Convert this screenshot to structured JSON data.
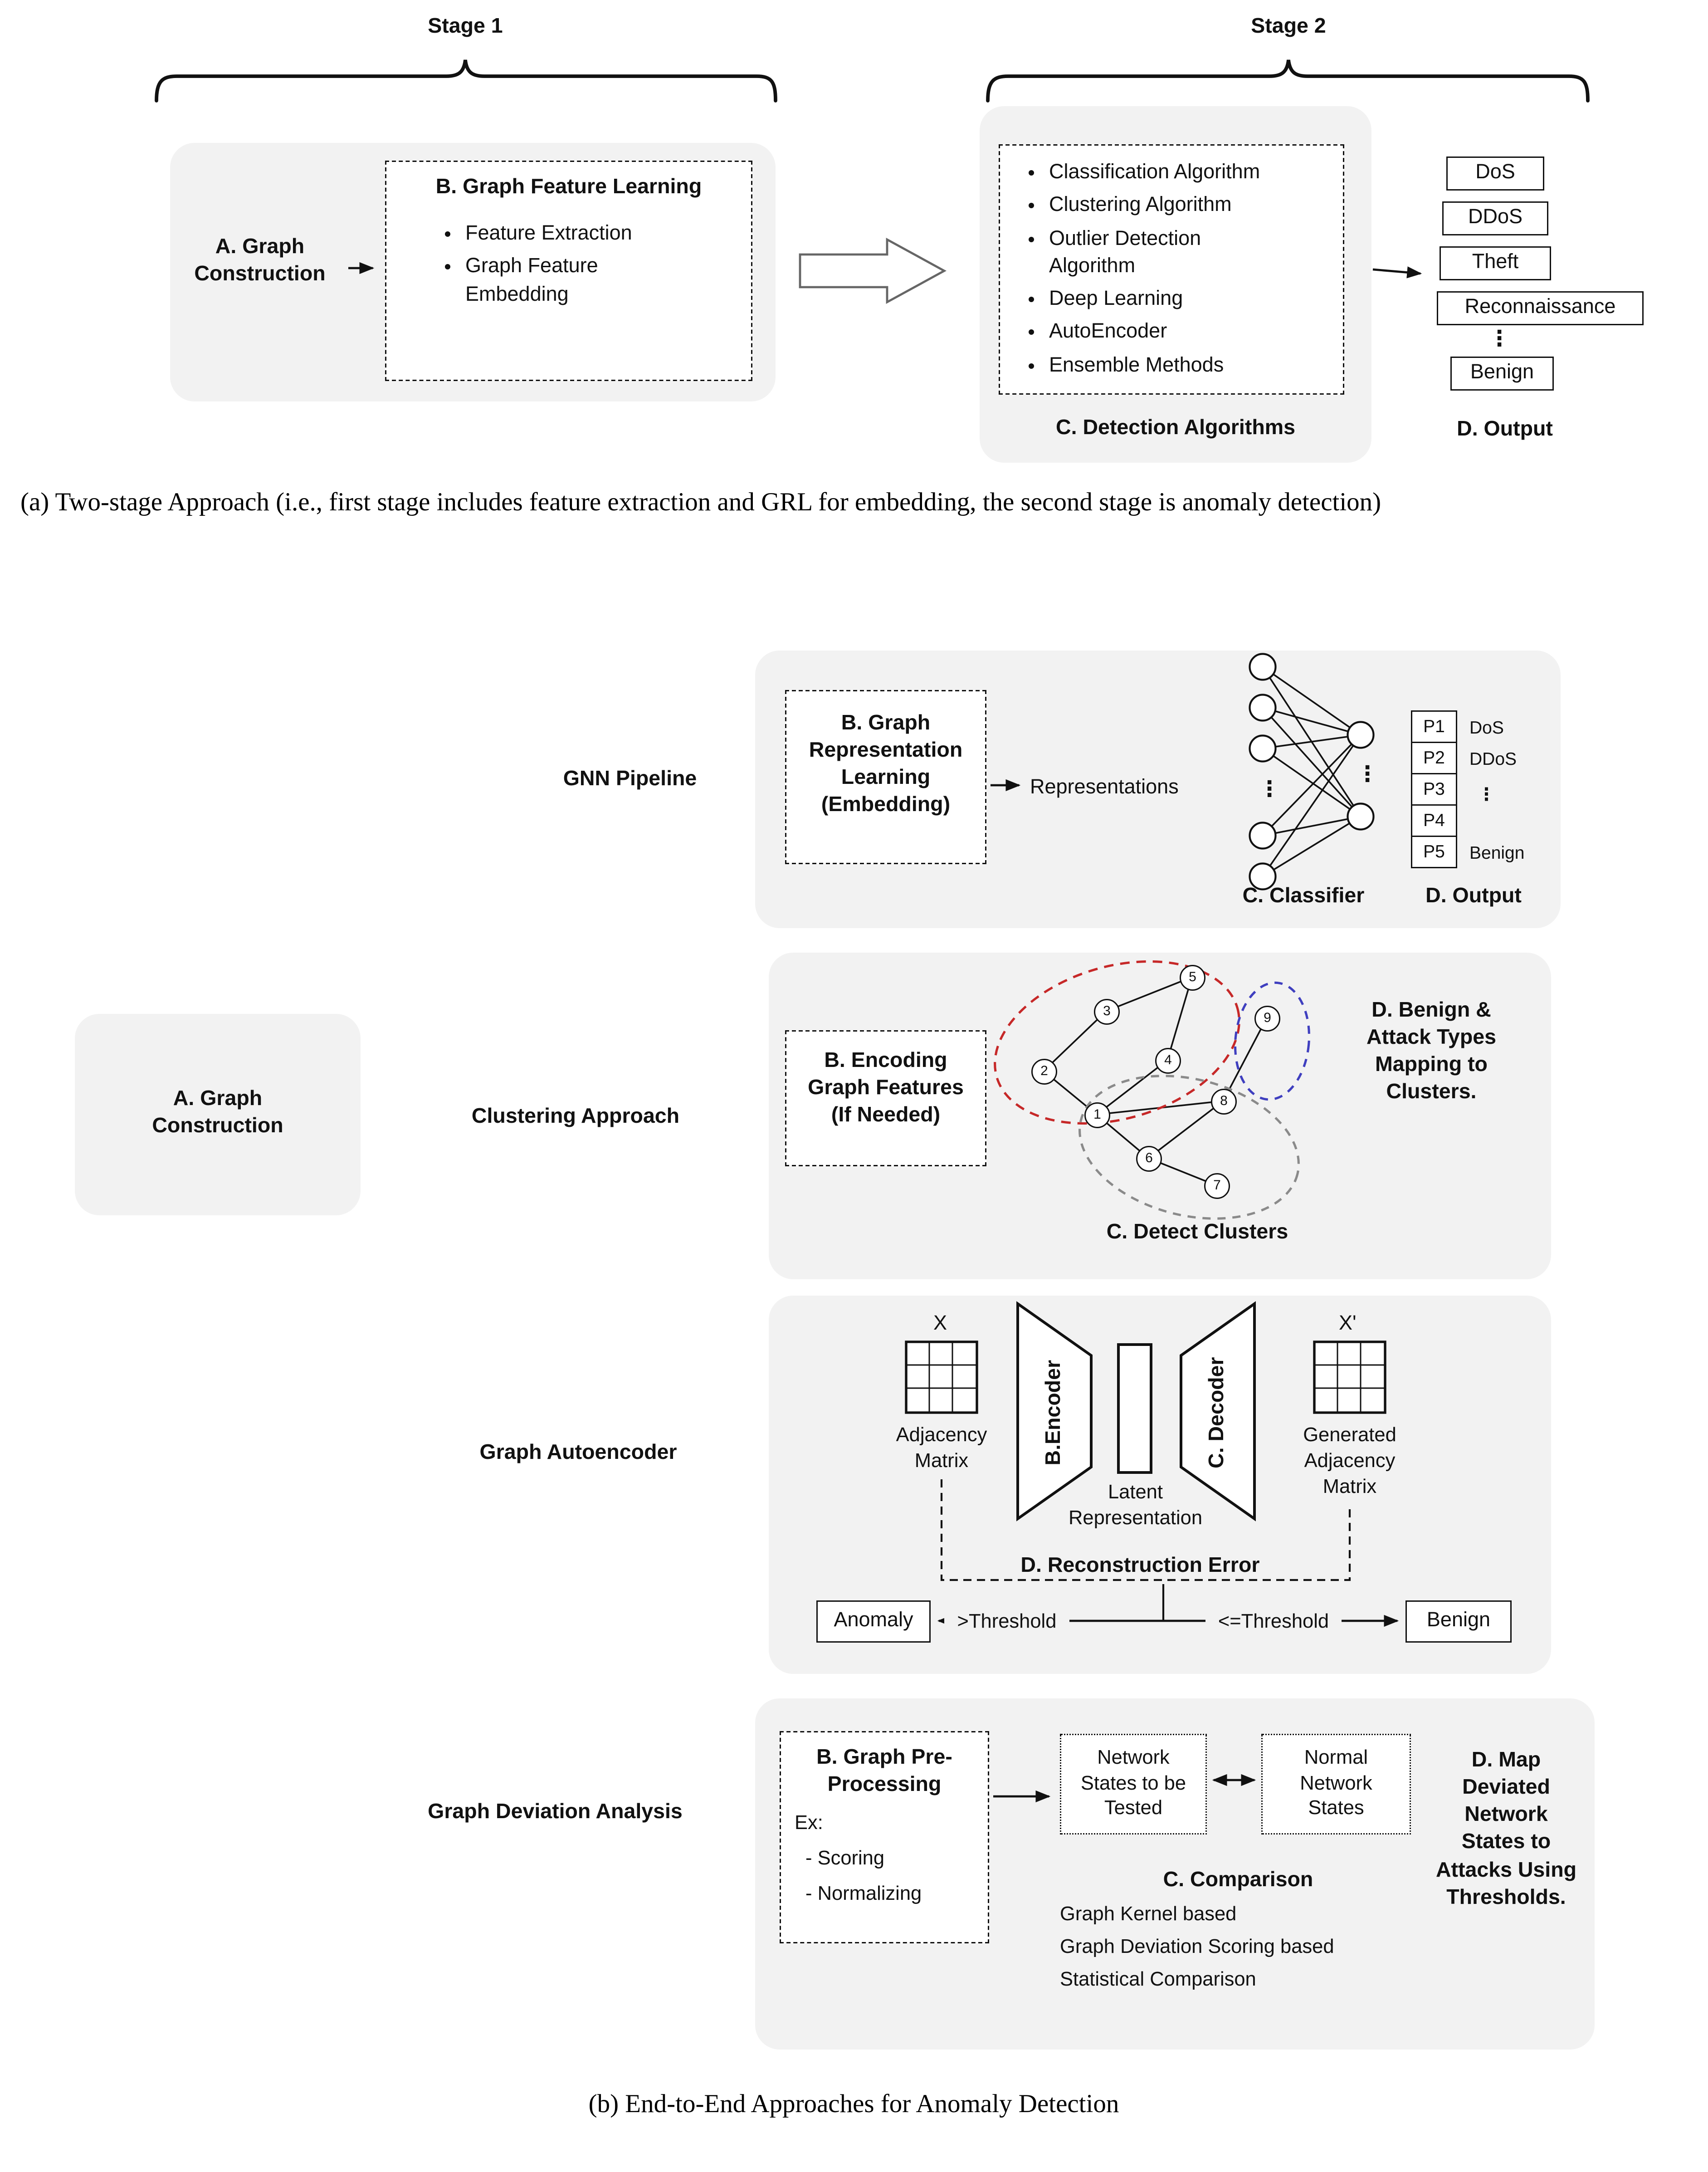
{
  "colors": {
    "panel_bg": "#f2f2f2",
    "cluster_red": "#c62828",
    "cluster_blue": "#3f3fbf",
    "cluster_gray": "#8a8a8a"
  },
  "two_stage": {
    "stage1_label": "Stage 1",
    "stage2_label": "Stage 2",
    "graph_construction_label": "A. Graph Construction",
    "feature_learning": {
      "title": "B. Graph Feature Learning",
      "bullets": [
        "Feature Extraction",
        "Graph Feature Embedding"
      ]
    },
    "detection": {
      "title": "C. Detection Algorithms",
      "bullets": [
        "Classification Algorithm",
        "Clustering Algorithm",
        "Outlier Detection Algorithm",
        "Deep Learning",
        "AutoEncoder",
        "Ensemble Methods"
      ]
    },
    "output": {
      "title": "D. Output",
      "labels": [
        "DoS",
        "DDoS",
        "Theft",
        "Reconnaissance",
        "Benign"
      ],
      "ellipsis": "⋮"
    },
    "caption": "(a) Two-stage Approach (i.e., first stage includes feature extraction and GRL for embedding, the second stage is anomaly detection)"
  },
  "end_to_end": {
    "graph_construction_label": "A. Graph Construction",
    "gnn": {
      "row_label": "GNN Pipeline",
      "embedding_box": "B. Graph Representation Learning (Embedding)",
      "representations_label": "Representations",
      "classifier_label": "C. Classifier",
      "output_label": "D. Output",
      "ports": [
        "P1",
        "P2",
        "P3",
        "P4",
        "P5"
      ],
      "class_labels": [
        "DoS",
        "DDoS",
        "Benign"
      ],
      "ellipsis": "⋮"
    },
    "clustering": {
      "row_label": "Clustering Approach",
      "encoding_box": "B. Encoding Graph Features (If Needed)",
      "detect_label": "C. Detect Clusters",
      "mapping_label": "D. Benign & Attack Types Mapping to Clusters.",
      "nodes": [
        "1",
        "2",
        "3",
        "4",
        "5",
        "6",
        "7",
        "8",
        "9"
      ]
    },
    "autoencoder": {
      "row_label": "Graph Autoencoder",
      "x_label": "X",
      "x_prime_label": "X'",
      "adjacency_label": "Adjacency Matrix",
      "encoder_label": "B.Encoder",
      "latent_label": "Latent Representation",
      "decoder_label": "C. Decoder",
      "generated_label": "Generated Adjacency Matrix",
      "reconstruction_label": "D. Reconstruction Error",
      "anomaly_label": "Anomaly",
      "gt_threshold": ">Threshold",
      "lte_threshold": "<=Threshold",
      "benign_label": "Benign"
    },
    "deviation": {
      "row_label": "Graph Deviation Analysis",
      "preprocessing_title": "B. Graph Pre-Processing",
      "ex_label": "Ex:",
      "ex_items": [
        "- Scoring",
        "- Normalizing"
      ],
      "tested_box": "Network States to be Tested",
      "normal_box": "Normal Network States",
      "comparison_title": "C. Comparison",
      "comparison_items": [
        "Graph Kernel based",
        "Graph Deviation Scoring based",
        "Statistical Comparison"
      ],
      "mapping_label": "D. Map Deviated Network States to Attacks Using Thresholds."
    },
    "caption": "(b) End-to-End Approaches for Anomaly Detection"
  }
}
